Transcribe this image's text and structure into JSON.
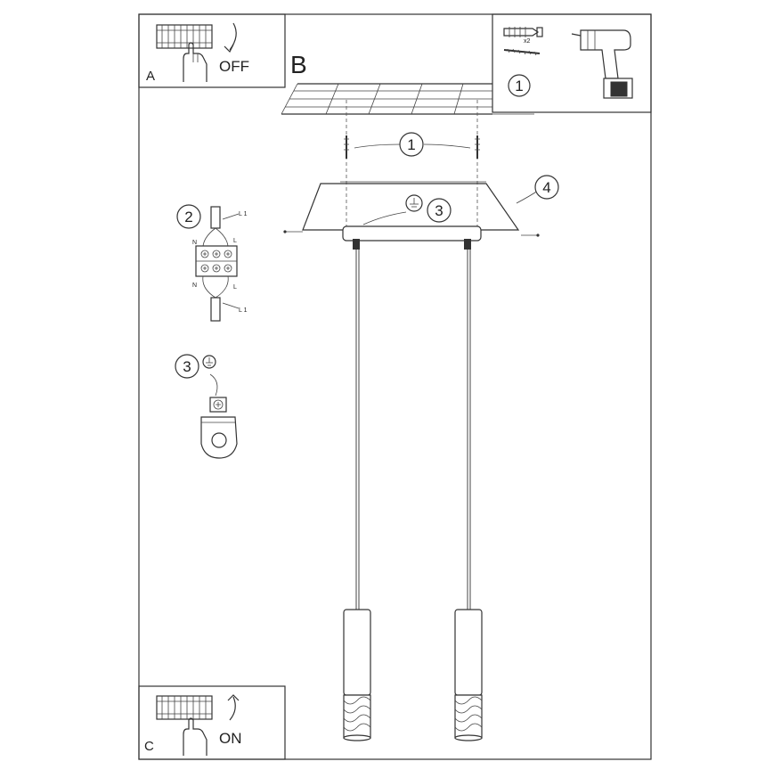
{
  "panels": {
    "a": {
      "letter": "A",
      "action": "OFF"
    },
    "b": {
      "letter": "B"
    },
    "c": {
      "letter": "C",
      "action": "ON"
    }
  },
  "tools": {
    "anchor_quantity": "x2",
    "step": "1"
  },
  "callouts": {
    "screw": "1",
    "wiring": "2",
    "ground_main": "3",
    "ground_detail": "3",
    "canopy": "4"
  },
  "terminal_labels": {
    "top_line": "L 1",
    "bottom_line": "L 1",
    "neutral_top": "N",
    "live_top": "L",
    "neutral_bottom": "N",
    "live_bottom": "L"
  },
  "icons": [
    "breaker-panel-icon",
    "hand-icon",
    "switch-arrow-icon",
    "wall-anchor-icon",
    "screw-icon",
    "drill-icon",
    "ground-symbol-icon",
    "terminal-block-icon",
    "ground-lug-icon",
    "ceiling-tiles-icon",
    "pendant-lamp-icon"
  ]
}
